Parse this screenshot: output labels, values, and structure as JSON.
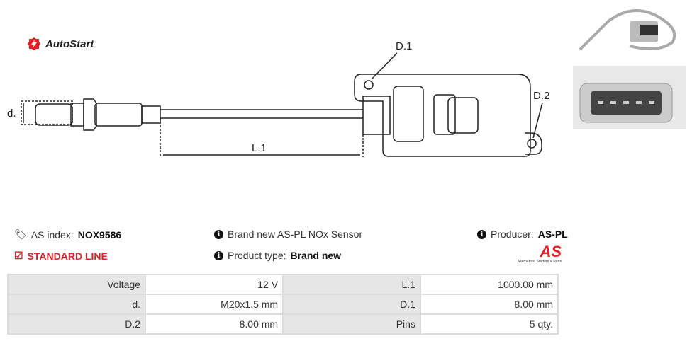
{
  "brand": {
    "logo_text": "AutoStart",
    "as_logo_text": "AS",
    "as_tagline": "Alternators, Starters & Parts"
  },
  "drawing": {
    "label_d": "d.",
    "label_l1": "L.1",
    "label_d1": "D.1",
    "label_d2": "D.2"
  },
  "info": {
    "index_label": "AS index:",
    "index_value": "NOX9586",
    "line_label": "STANDARD LINE",
    "description": "Brand new AS-PL NOx Sensor",
    "type_label": "Product type:",
    "type_value": "Brand new",
    "producer_label": "Producer:",
    "producer_value": "AS-PL"
  },
  "specs": [
    {
      "l1": "Voltage",
      "v1": "12 V",
      "l2": "L.1",
      "v2": "1000.00 mm"
    },
    {
      "l1": "d.",
      "v1": "M20x1.5 mm",
      "l2": "D.1",
      "v2": "8.00 mm"
    },
    {
      "l1": "D.2",
      "v1": "8.00 mm",
      "l2": "Pins",
      "v2": "5 qty."
    }
  ]
}
